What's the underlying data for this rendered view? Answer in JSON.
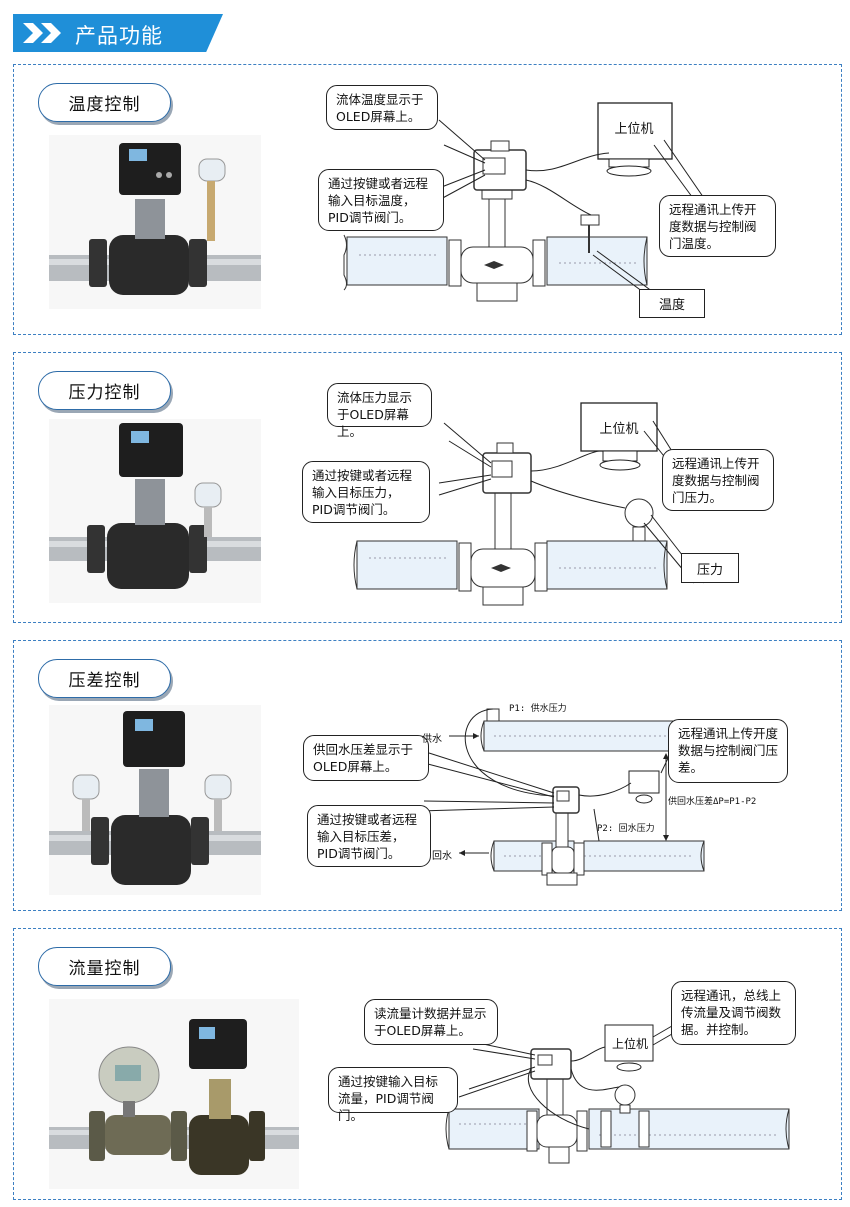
{
  "header": {
    "title": "产品功能"
  },
  "sections": [
    {
      "title": "温度控制",
      "callout_display": "流体温度显示于OLED屏幕上。",
      "callout_keys": "通过按键或者远程输入目标温度，PID调节阀门。",
      "host_label": "上位机",
      "callout_remote": "远程通讯上传开度数据与控制阀门温度。",
      "sensor_label": "温度"
    },
    {
      "title": "压力控制",
      "callout_display": "流体压力显示于OLED屏幕上。",
      "callout_keys": "通过按键或者远程输入目标压力，PID调节阀门。",
      "host_label": "上位机",
      "callout_remote": "远程通讯上传开度数据与控制阀门压力。",
      "sensor_label": "压力"
    },
    {
      "title": "压差控制",
      "callout_display": "供回水压差显示于OLED屏幕上。",
      "callout_keys": "通过按键或者远程输入目标压差，PID调节阀门。",
      "callout_remote": "远程通讯上传开度数据与控制阀门压差。",
      "label_p1": "P1: 供水压力",
      "label_p2": "P2: 回水压力",
      "label_supply": "供水",
      "label_return": "回水",
      "label_dp": "供回水压差ΔP=P1-P2"
    },
    {
      "title": "流量控制",
      "callout_display": "读流量计数据并显示于OLED屏幕上。",
      "callout_keys": "通过按键输入目标流量，PID调节阀门。",
      "host_label": "上位机",
      "callout_remote": "远程通讯，总线上传流量及调节阀数据。并控制。"
    }
  ],
  "colors": {
    "accent": "#1f8fd8",
    "border": "#3c7fc2",
    "pipe_fill": "#e9f2fa"
  },
  "icons": [
    "chevron-double-right-icon",
    "control-valve-icon",
    "pressure-transmitter-icon",
    "flow-meter-icon",
    "computer-monitor-icon"
  ]
}
